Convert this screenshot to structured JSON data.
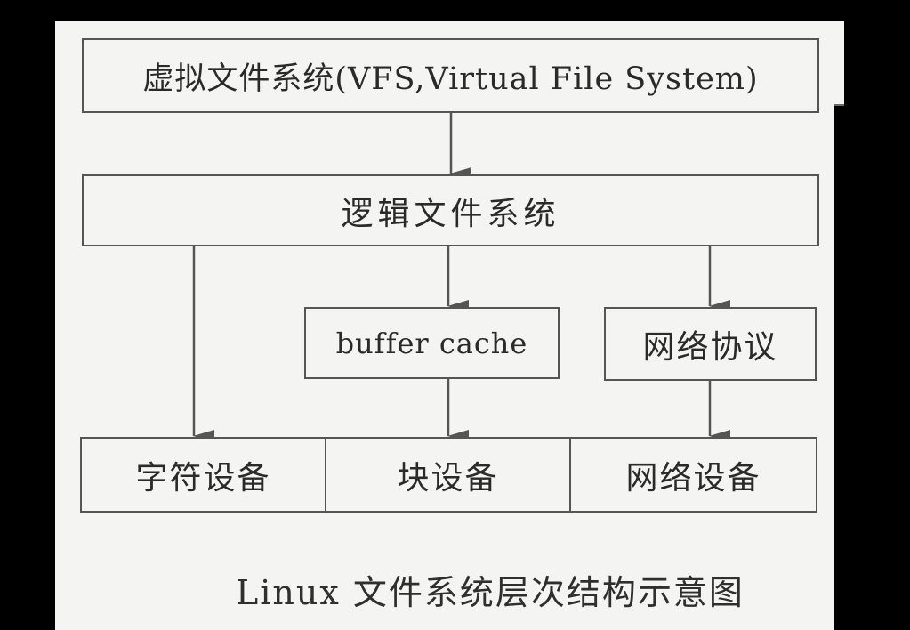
{
  "diagram": {
    "vfs_label": "虚拟文件系统(VFS,Virtual File System)",
    "logical_fs_label": "逻辑文件系统",
    "buffer_cache_label": "buffer cache",
    "network_protocol_label": "网络协议",
    "char_device_label": "字符设备",
    "block_device_label": "块设备",
    "network_device_label": "网络设备",
    "caption": "Linux 文件系统层次结构示意图"
  },
  "colors": {
    "background": "#000000",
    "paper": "#f4f4f2",
    "line": "#555555",
    "text": "#2a2a2a"
  }
}
